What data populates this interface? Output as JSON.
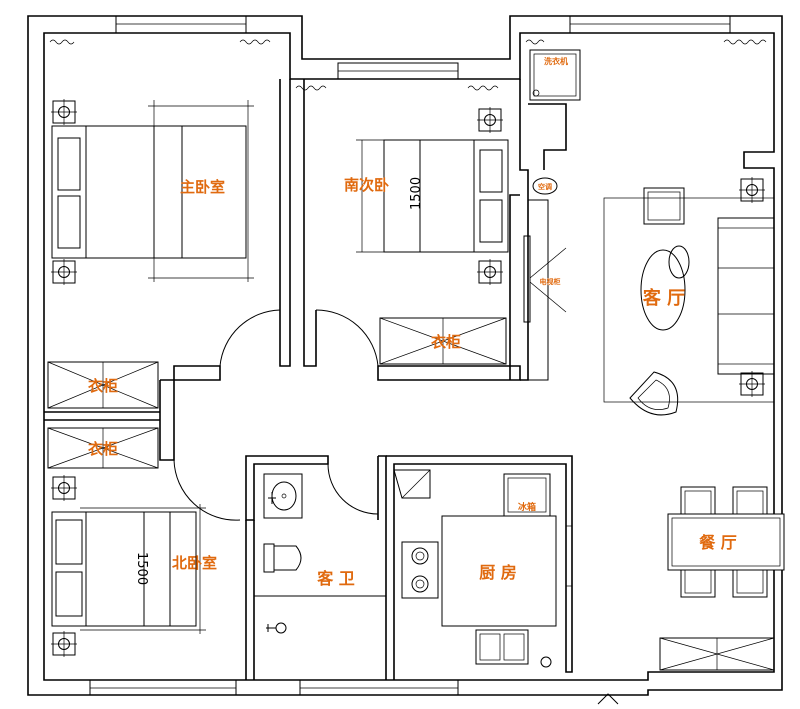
{
  "rooms": {
    "master_bedroom": "主卧室",
    "south_bedroom": "南次卧",
    "north_bedroom": "北卧室",
    "living_room": "客 厅",
    "dining_room": "餐 厅",
    "bathroom": "客 卫",
    "kitchen": "厨 房"
  },
  "fixtures": {
    "wardrobe_master_1": "衣柜",
    "wardrobe_master_2": "衣柜",
    "wardrobe_south": "衣柜",
    "washing_machine": "洗衣机",
    "air_conditioner": "空调",
    "tv_cabinet": "电视柜",
    "fridge": "冰箱"
  },
  "dimensions": {
    "south_bed_length": "1500",
    "north_bed_length": "1500"
  },
  "colors": {
    "label": "#e06a0f",
    "line": "#000000"
  }
}
